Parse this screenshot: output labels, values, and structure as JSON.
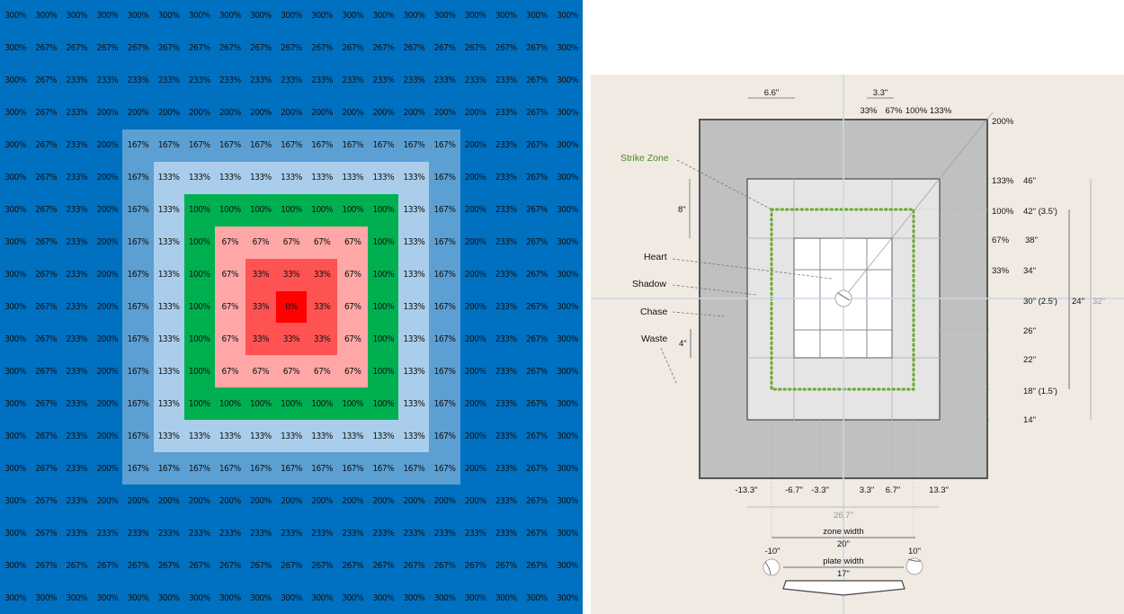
{
  "heatmap": {
    "size": 19,
    "levels": [
      {
        "label": "0%",
        "color": "#FF0000"
      },
      {
        "label": "33%",
        "color": "#FF5252"
      },
      {
        "label": "67%",
        "color": "#FFA7A7"
      },
      {
        "label": "100%",
        "color": "#00B050"
      },
      {
        "label": "133%",
        "color": "#A9CDEA"
      },
      {
        "label": "167%",
        "color": "#5B9FD3"
      },
      {
        "label": "200%",
        "color": "#0070C0"
      },
      {
        "label": "233%",
        "color": "#0070C0"
      },
      {
        "label": "267%",
        "color": "#0070C0"
      },
      {
        "label": "300%",
        "color": "#0070C0"
      }
    ]
  },
  "diagram": {
    "top": {
      "dim_left": "6.6\"",
      "dim_right": "3.3\"",
      "pct": [
        "33%",
        "67%",
        "100%",
        "133%"
      ]
    },
    "right_pct": {
      "p200": "200%",
      "p133": "133%",
      "p100": "100%",
      "p67": "67%",
      "p33": "33%"
    },
    "heights": [
      "46\"",
      "42\" (3.5')",
      "38\"",
      "34\"",
      "30\" (2.5')",
      "26\"",
      "22\"",
      "18\" (1.5')",
      "14\""
    ],
    "span_24": "24\"",
    "span_32": "32\"",
    "left_dims": {
      "d8": "8\"",
      "d4": "4\""
    },
    "regions": {
      "strike_zone": "Strike Zone",
      "heart": "Heart",
      "shadow": "Shadow",
      "chase": "Chase",
      "waste": "Waste"
    },
    "bottom": [
      "-13.3\"",
      "-6.7\"",
      "-3.3\"",
      "3.3\"",
      "6.7\"",
      "13.3\""
    ],
    "total_width": "26.7\"",
    "zone_width_label": "zone width",
    "zone_width": "20\"",
    "left_edge": "-10\"",
    "right_edge": "10\"",
    "plate_width_label": "plate width",
    "plate_width": "17\"",
    "colors": {
      "background": "#F0EAE3",
      "strike_zone": "#6AAA2A",
      "strike_label": "#4A8A1A",
      "crosshair": "#C9D8E8"
    }
  }
}
